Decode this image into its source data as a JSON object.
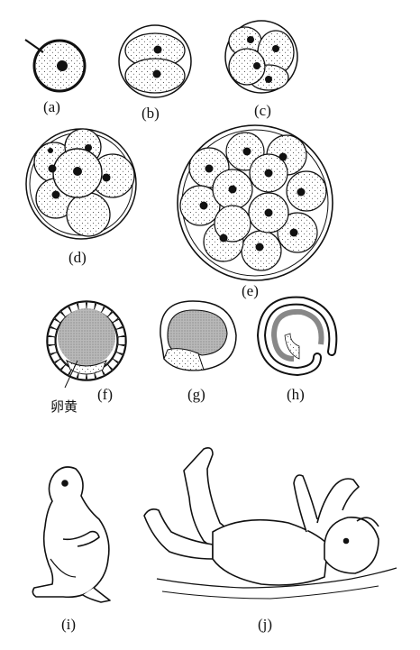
{
  "figure": {
    "labels": {
      "a": "(a)",
      "b": "(b)",
      "c": "(c)",
      "d": "(d)",
      "e": "(e)",
      "f": "(f)",
      "g": "(g)",
      "h": "(h)",
      "i": "(i)",
      "j": "(j)"
    },
    "annotations": {
      "yolk": "卵黄"
    }
  },
  "colors": {
    "ink": "#111111",
    "yolk_fill": "#bdbdbd",
    "paper": "#ffffff"
  }
}
